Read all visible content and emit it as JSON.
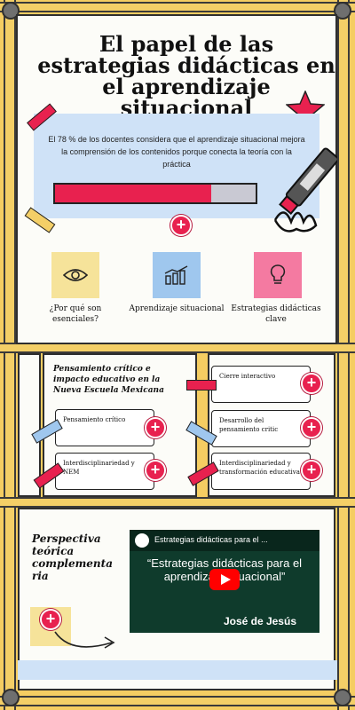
{
  "title": "El papel de las estrategias didácticas en el aprendizaje situacional",
  "stat": {
    "text": "El 78 % de los docentes considera que el aprendizaje situacional mejora la comprensión de los contenidos porque conecta la teoría con la práctica",
    "progress_percent": 78
  },
  "cards": [
    {
      "label": "¿Por qué son esenciales?",
      "icon": "eye-icon",
      "color": "#f6e39a"
    },
    {
      "label": "Aprendizaje situacional",
      "icon": "chart-icon",
      "color": "#9fc7ee"
    },
    {
      "label": "Estrategias didácticas clave",
      "icon": "lightbulb-icon",
      "color": "#f47aa1"
    }
  ],
  "section2": {
    "title": "Pensamiento crítico e impacto educativo en la Nueva Escuela Mexicana",
    "left_items": [
      "Pensamiento crítico",
      "Interdisciplinariedad y NEM"
    ],
    "right_items": [
      "Cierre interactivo",
      "Desarrollo del pensamiento critic",
      "Interdisciplinariedad y transformación educativa"
    ]
  },
  "section3": {
    "title": "Perspectiva teórica complementa ria",
    "video": {
      "channel_title": "Estrategias didácticas para el ...",
      "quote": "“Estrategias didácticas para el aprendizaje situacional”",
      "author": "José de Jesús"
    }
  },
  "colors": {
    "accent": "#e8214f",
    "frame": "#f4cf67",
    "light_blue": "#cfe2f7"
  }
}
